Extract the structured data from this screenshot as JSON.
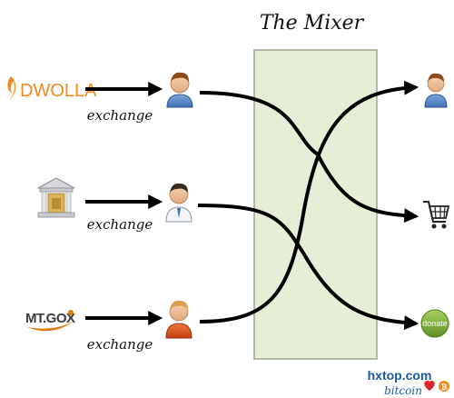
{
  "diagram": {
    "title": "The Mixer",
    "sources": [
      {
        "name": "DWOLLA",
        "icon": "dwolla-logo-icon",
        "edge_label": "exchange",
        "color": "#f08a1c"
      },
      {
        "name": "",
        "icon": "bank-building-icon",
        "edge_label": "exchange",
        "color": "#c8a14a"
      },
      {
        "name": "MT.GOX",
        "icon": "mtgox-logo-icon",
        "edge_label": "exchange",
        "color": "#e07a10"
      }
    ],
    "users": [
      {
        "icon": "person-blue-icon",
        "color": "#4a7fc0"
      },
      {
        "icon": "person-white-shirt-icon",
        "color": "#e8eef5"
      },
      {
        "icon": "person-orange-icon",
        "color": "#d9531e"
      }
    ],
    "destinations": [
      {
        "icon": "person-blue-icon",
        "color": "#4a7fc0"
      },
      {
        "icon": "shopping-cart-icon",
        "color": "#222222"
      },
      {
        "label": "donate",
        "icon": "donate-badge-icon",
        "color": "#7cae3a"
      }
    ],
    "mixer_color": "#e6efd6",
    "watermark": {
      "site": "hxtop.com",
      "tagline": "bitcoin",
      "color": "#1a5aa0",
      "heart_color": "#d8262b",
      "coin_color": "#f08a1c"
    }
  }
}
